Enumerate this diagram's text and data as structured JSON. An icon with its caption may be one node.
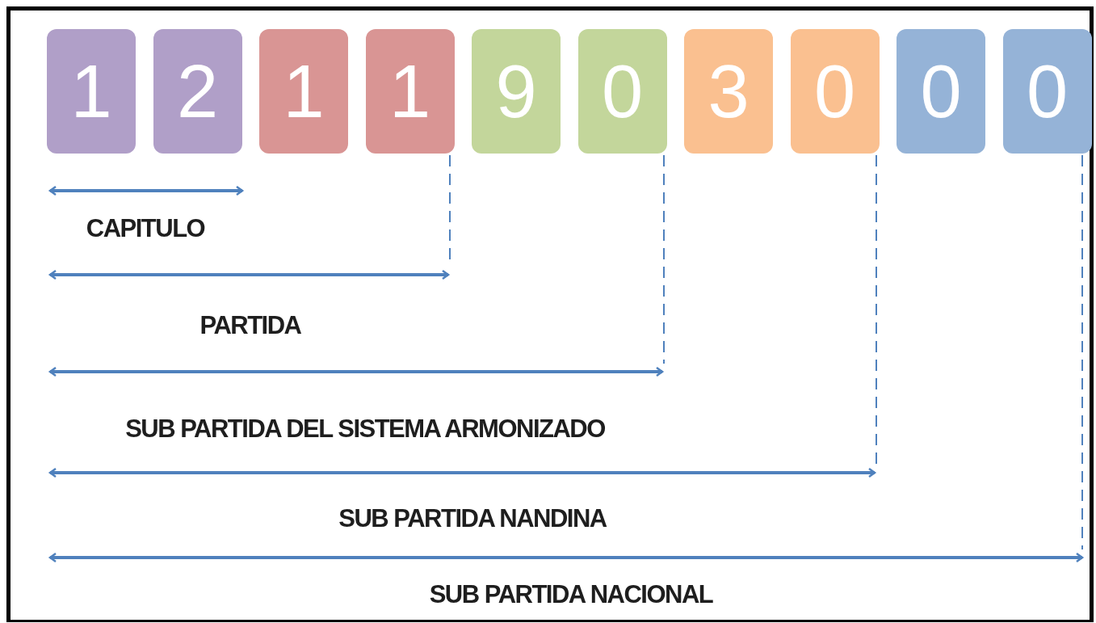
{
  "diagram": {
    "nodes": [
      {
        "text": [
          "1"
        ]
      },
      {
        "text": [
          "2"
        ]
      },
      {
        "text": [
          "1"
        ]
      },
      {
        "text": [
          "1"
        ]
      },
      {
        "text": [
          "9"
        ]
      },
      {
        "text": [
          "0"
        ]
      },
      {
        "text": [
          "3"
        ]
      },
      {
        "text": [
          "0"
        ]
      },
      {
        "text": [
          "0"
        ]
      },
      {
        "text": [
          "0"
        ]
      }
    ],
    "labels": [
      "CAPITULO",
      "PARTIDA",
      "SUB PARTIDA DEL SISTEMA ARMONIZADO",
      "SUB PARTIDA NANDINA",
      "SUB PARTIDA NACIONAL"
    ]
  }
}
